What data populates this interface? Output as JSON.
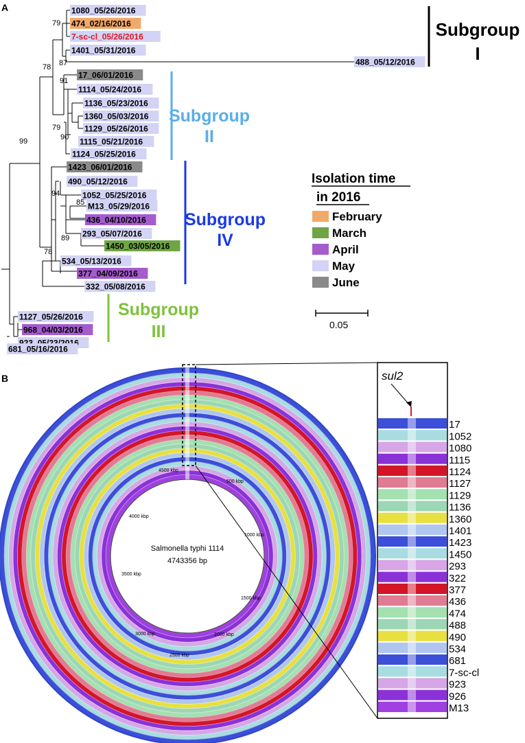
{
  "panel_a_label": "A",
  "panel_b_label": "B",
  "colors": {
    "february": "#f1a96a",
    "march": "#6fa544",
    "april": "#a45ccc",
    "may": "#d3d3f5",
    "june": "#8a8a8a",
    "red_text": "#e0141e",
    "subgroup1": "#000000",
    "subgroup2": "#5aaee8",
    "subgroup3": "#7ec23a",
    "subgroup4": "#1a3ae6"
  },
  "tree": {
    "leaves": [
      {
        "text": "1080_05/26/2016",
        "month": "may"
      },
      {
        "text": "474_02/16/2016",
        "month": "february"
      },
      {
        "text": "7-sc-cl_05/26/2016",
        "month": "may",
        "red": true
      },
      {
        "text": "1401_05/31/2016",
        "month": "may"
      },
      {
        "text": "488_05/12/2016",
        "month": "may"
      },
      {
        "text": "17_06/01/2016",
        "month": "june"
      },
      {
        "text": "1114_05/24/2016",
        "month": "may"
      },
      {
        "text": "1136_05/23/2016",
        "month": "may"
      },
      {
        "text": "1360_05/03/2016",
        "month": "may"
      },
      {
        "text": "1129_05/26/2016",
        "month": "may"
      },
      {
        "text": "1115_05/21/2016",
        "month": "may"
      },
      {
        "text": "1124_05/25/2016",
        "month": "may"
      },
      {
        "text": "1423_06/01/2016",
        "month": "june"
      },
      {
        "text": "490_05/12/2016",
        "month": "may"
      },
      {
        "text": "1052_05/25/2016",
        "month": "may"
      },
      {
        "text": "M13_05/29/2016",
        "month": "may"
      },
      {
        "text": "436_04/10/2016",
        "month": "april"
      },
      {
        "text": "293_05/07/2016",
        "month": "may"
      },
      {
        "text": "1450_03/05/2016",
        "month": "march"
      },
      {
        "text": "534_05/13/2016",
        "month": "may"
      },
      {
        "text": "377_04/09/2016",
        "month": "april"
      },
      {
        "text": "332_05/08/2016",
        "month": "may"
      },
      {
        "text": "1127_05/26/2016",
        "month": "may"
      },
      {
        "text": "968_04/03/2016",
        "month": "april"
      },
      {
        "text": "923_05/23/2016",
        "month": "may"
      },
      {
        "text": "681_05/16/2016",
        "month": "may"
      }
    ],
    "bootstraps": [
      "79",
      "87",
      "78",
      "91",
      "79",
      "90",
      "99",
      "85",
      "94",
      "89",
      "78"
    ]
  },
  "subgroups": [
    {
      "line1": "Subgroup",
      "line2": "I"
    },
    {
      "line1": "Subgroup",
      "line2": "II"
    },
    {
      "line1": "Subgroup",
      "line2": "IV"
    },
    {
      "line1": "Subgroup",
      "line2": "III"
    }
  ],
  "legend": {
    "title_line1": "Isolation time",
    "title_line2": "in 2016",
    "items": [
      {
        "label": "February",
        "month": "february"
      },
      {
        "label": "March",
        "month": "march"
      },
      {
        "label": "April",
        "month": "april"
      },
      {
        "label": "May",
        "month": "may"
      },
      {
        "label": "June",
        "month": "june"
      }
    ]
  },
  "scale_bar": "0.05",
  "circle": {
    "center_title": "Salmonella typhi 1114",
    "center_size": "4743356 bp",
    "kbp_labels": [
      "500 kbp",
      "1000 kbp",
      "1500 kbp",
      "2000 kbp",
      "2500 kbp",
      "3000 kbp",
      "3500 kbp",
      "4000 kbp",
      "4500 kbp"
    ]
  },
  "zoom": {
    "gene_label": "sul2",
    "tracks": [
      "17",
      "1052",
      "1080",
      "1115",
      "1124",
      "1127",
      "1129",
      "1136",
      "1360",
      "1401",
      "1423",
      "1450",
      "293",
      "322",
      "377",
      "436",
      "474",
      "488",
      "490",
      "534",
      "681",
      "7-sc-cl",
      "923",
      "926",
      "M13"
    ],
    "ring_colors": [
      "#3c4fd8",
      "#a8dce0",
      "#d6a6e6",
      "#8a32d8",
      "#d41528",
      "#e07b94",
      "#a4e0b0",
      "#9cd6b4",
      "#e8e040",
      "#b0c6f0",
      "#3c4fd8",
      "#a8dce0",
      "#d6a6e6",
      "#8a32d8",
      "#d41528",
      "#e07b94",
      "#a4e0b0",
      "#9cd6b4",
      "#e8e040",
      "#b0c6f0",
      "#3c4fd8",
      "#a8dce0",
      "#d6a6e6",
      "#8a32d8",
      "#a040e0"
    ]
  }
}
